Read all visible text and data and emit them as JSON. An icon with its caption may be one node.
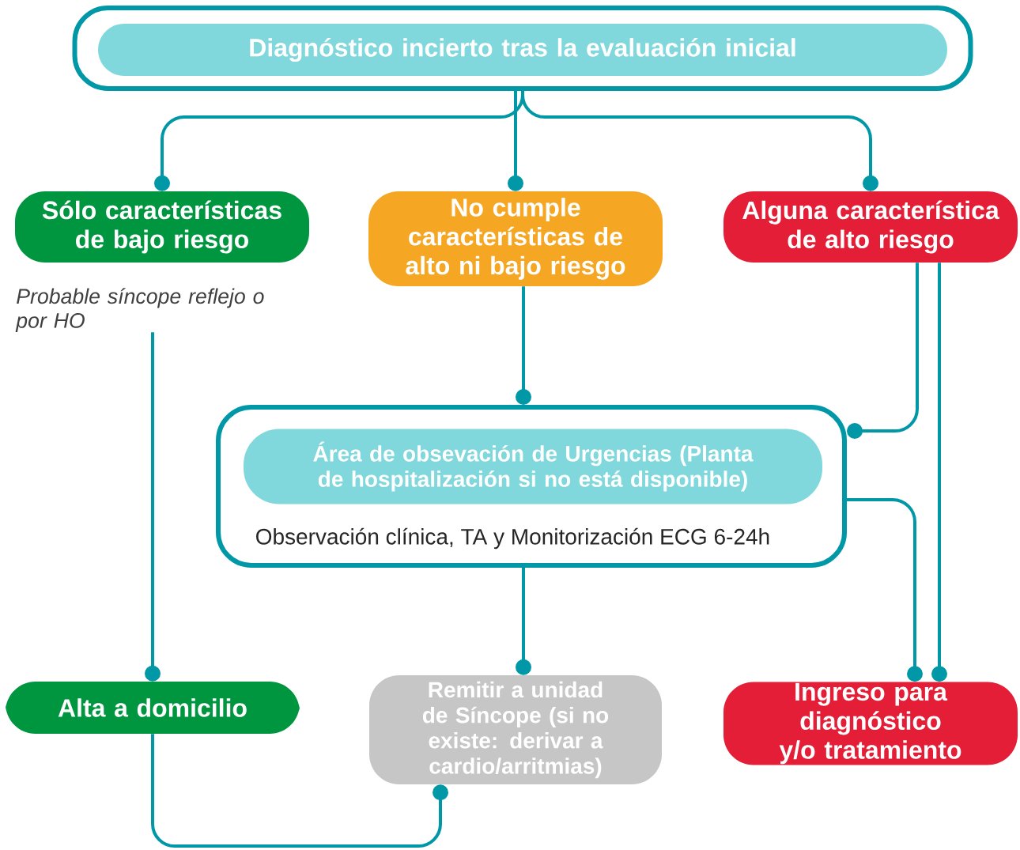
{
  "diagram": {
    "nodes": [
      {
        "text": [
          "Diagnóstico incierto tras la evaluación inicial"
        ]
      },
      {
        "text": [
          "Sólo características de bajo riesgo"
        ],
        "beside": [
          "Probable síncope reflejo o por HO"
        ]
      },
      {
        "text": [
          "No cumple características de alto ni bajo riesgo"
        ]
      },
      {
        "text": [
          "Alguna característica de alto riesgo"
        ]
      },
      {
        "text": [
          "Observación clínica, TA y Monitorización ECG 6-24h"
        ]
      },
      {
        "text": [
          "Área de obsevación de Urgencias (Planta de hospitalización si no está disponible)"
        ],
        "in": 4
      },
      {
        "text": [
          "Alta a domicilio"
        ]
      },
      {
        "text": [
          "Remitir a unidad de Síncope (si no existe: derivar a cardio/arritmias)"
        ]
      },
      {
        "text": [
          "Ingreso para diagnóstico y/o tratamiento"
        ]
      }
    ],
    "edges": [
      {
        "from": 0,
        "to": 1,
        "arrow": "other"
      },
      {
        "from": 0,
        "to": 2,
        "arrow": "other"
      },
      {
        "from": 0,
        "to": 3,
        "arrow": "other"
      },
      {
        "from": 2,
        "to": 4,
        "arrow": "other"
      },
      {
        "from": 3,
        "to": 4,
        "arrow": "other"
      },
      {
        "from": 3,
        "to": 8,
        "arrow": "other"
      },
      {
        "from": 4,
        "to": 8,
        "arrow": "other"
      },
      {
        "from": 1,
        "to": 6,
        "arrow": "other"
      },
      {
        "from": 4,
        "to": 7,
        "arrow": "other"
      },
      {
        "from": 6,
        "to": 7,
        "arrow": "other"
      }
    ]
  }
}
